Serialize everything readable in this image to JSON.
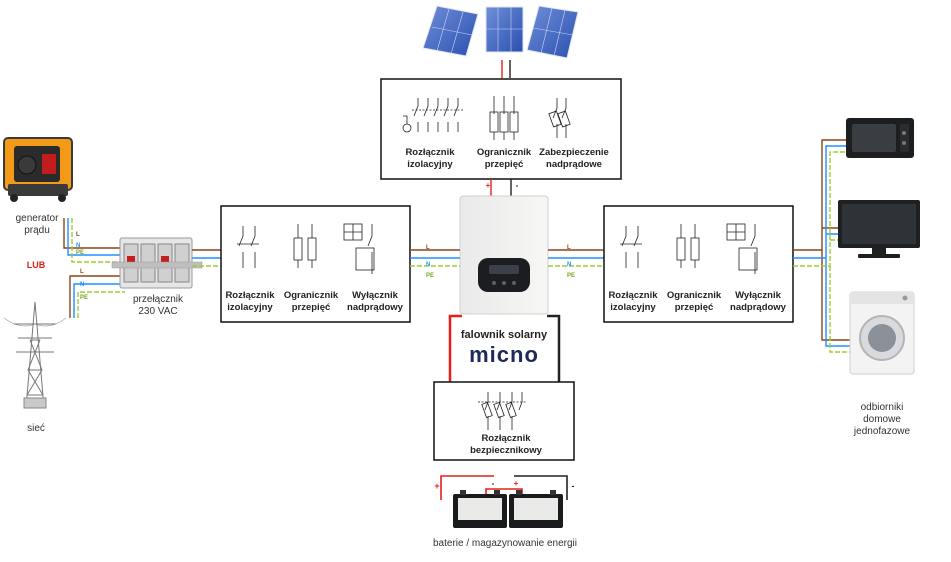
{
  "colors": {
    "brown": "#8B4513",
    "blue": "#1E90FF",
    "pe": "#9ACD32",
    "red": "#E32119",
    "frame": "#111111",
    "brand": "#1E2A5A"
  },
  "wires": {
    "l": "L",
    "n": "N",
    "pe": "PE",
    "plus": "+",
    "minus": "-"
  },
  "left": {
    "generator": "generator\nprądu",
    "or": "LUB",
    "grid": "sieć",
    "switch": "przełącznik\n230 VAC"
  },
  "pv_box": {
    "isolator": "Rozłącznik\nizolacyjny",
    "surge": "Ogranicznik\nprzepięć",
    "overcurrent": "Zabezpieczenie\nnadprądowe"
  },
  "ac_in_box": {
    "isolator": "Rozłącznik\nizolacyjny",
    "surge": "Ogranicznik\nprzepięć",
    "breaker": "Wyłącznik\nnadprądowy"
  },
  "ac_out_box": {
    "isolator": "Rozłącznik\nizolacyjny",
    "surge": "Ogranicznik\nprzepięć",
    "breaker": "Wyłącznik\nnadprądowy"
  },
  "inverter": {
    "caption": "falownik solarny",
    "brand": "micno"
  },
  "battery_box": {
    "fuse": "Rozłącznik\nbezpiecznikowy"
  },
  "battery": {
    "caption": "baterie / magazynowanie energii"
  },
  "loads": {
    "caption": "odbiorniki\ndomowe\njednofazowe"
  }
}
